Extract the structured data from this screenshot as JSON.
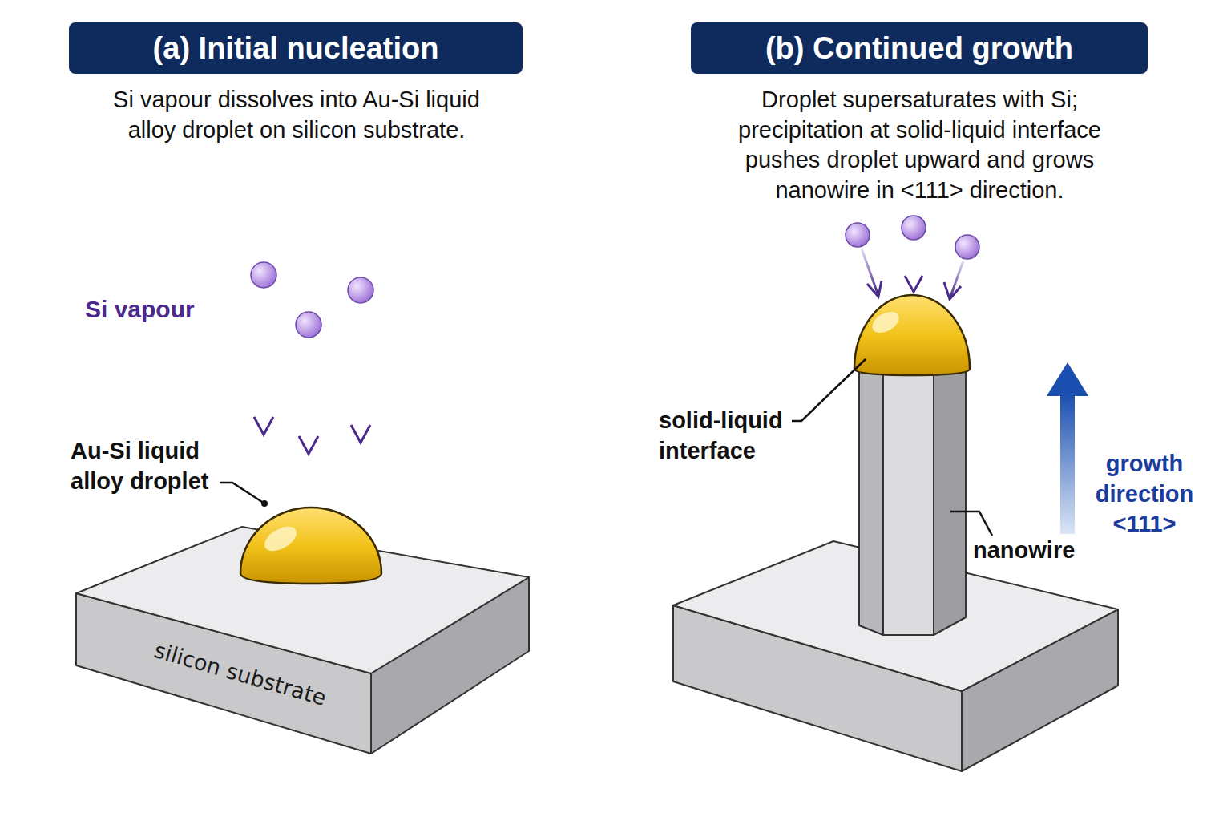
{
  "diagram": {
    "nodes": [
      {
        "text": [
          "(a) Initial nucleation"
        ]
      },
      {
        "text": [
          "(b) Continued growth"
        ]
      },
      {
        "text": [
          "silicon substrate"
        ]
      }
    ],
    "labels": [
      "Si vapour dissolves into Au-Si liquid alloy droplet on silicon substrate.",
      "Droplet supersaturates with Si; precipitation at solid-liquid interface pushes droplet upward and grows nanowire in <111> direction.",
      "Si vapour",
      "Au-Si liquid alloy droplet",
      "solid-liquid interface",
      "nanowire",
      "growth direction <111>"
    ]
  }
}
